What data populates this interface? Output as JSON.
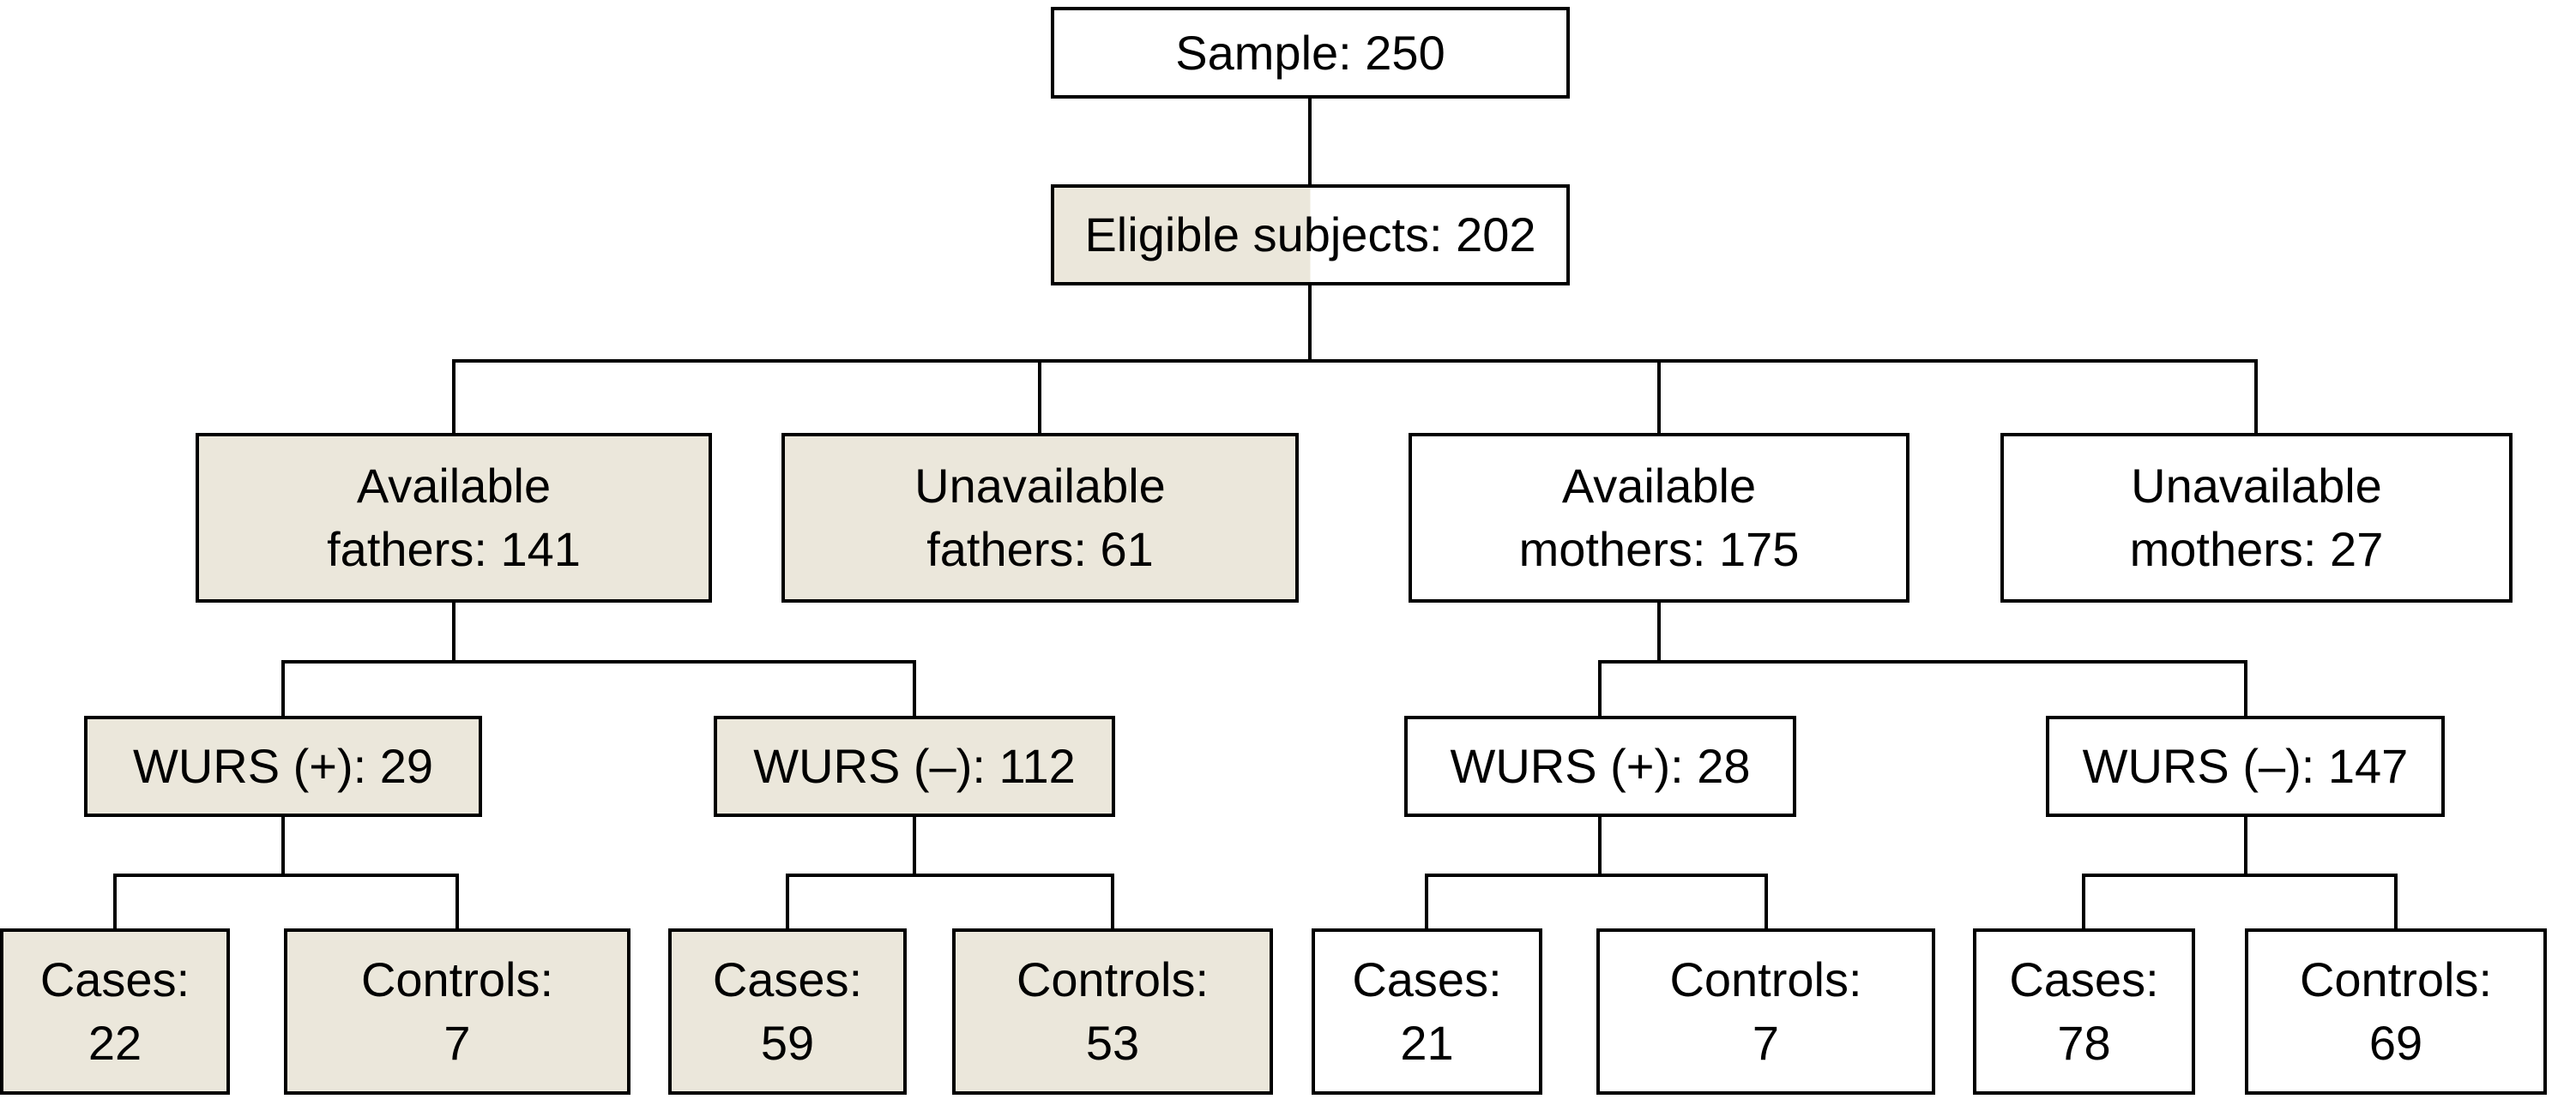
{
  "figure": {
    "type": "participant-flow-diagram",
    "colors": {
      "father_branch_fill": "#ebe7db",
      "mother_branch_fill": "#ffffff",
      "box_border": "#000000",
      "connector_line": "#000000",
      "text": "#000000",
      "background": "#ffffff"
    },
    "nodes": {
      "sample": {
        "label": "Sample: 250"
      },
      "eligible": {
        "label": "Eligible subjects: 202"
      },
      "available_fathers": {
        "line1": "Available",
        "line2": "fathers: 141"
      },
      "unavailable_fathers": {
        "line1": "Unavailable",
        "line2": "fathers: 61"
      },
      "available_mothers": {
        "line1": "Available",
        "line2": "mothers: 175"
      },
      "unavailable_mothers": {
        "line1": "Unavailable",
        "line2": "mothers: 27"
      },
      "wurs_pos_fathers": {
        "label": "WURS (+): 29"
      },
      "wurs_neg_fathers": {
        "label": "WURS (–): 112"
      },
      "wurs_pos_mothers": {
        "label": "WURS (+): 28"
      },
      "wurs_neg_mothers": {
        "label": "WURS (–): 147"
      },
      "fathers_wurs_pos_cases": {
        "line1": "Cases:",
        "line2": "22"
      },
      "fathers_wurs_pos_controls": {
        "line1": "Controls:",
        "line2": "7"
      },
      "fathers_wurs_neg_cases": {
        "line1": "Cases:",
        "line2": "59"
      },
      "fathers_wurs_neg_controls": {
        "line1": "Controls:",
        "line2": "53"
      },
      "mothers_wurs_pos_cases": {
        "line1": "Cases:",
        "line2": "21"
      },
      "mothers_wurs_pos_controls": {
        "line1": "Controls:",
        "line2": "7"
      },
      "mothers_wurs_neg_cases": {
        "line1": "Cases:",
        "line2": "78"
      },
      "mothers_wurs_neg_controls": {
        "line1": "Controls:",
        "line2": "69"
      }
    }
  }
}
